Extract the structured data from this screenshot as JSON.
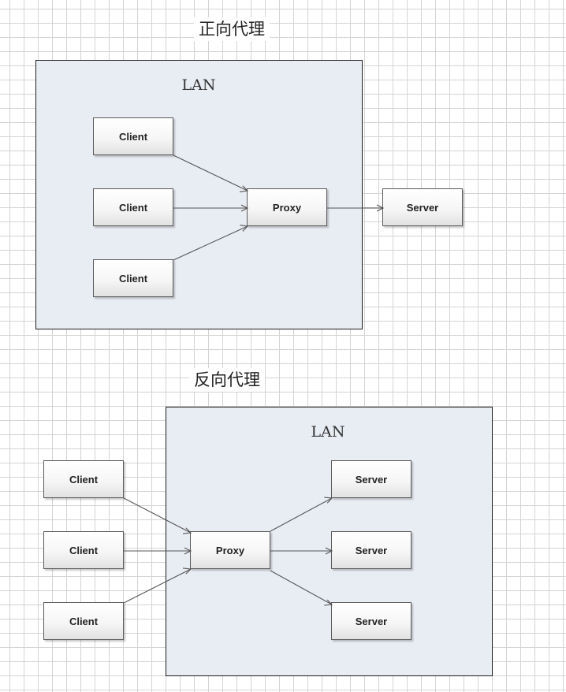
{
  "forward": {
    "title": "正向代理",
    "lan_label": "LAN",
    "clients": [
      "Client",
      "Client",
      "Client"
    ],
    "proxy": "Proxy",
    "server": "Server"
  },
  "reverse": {
    "title": "反向代理",
    "lan_label": "LAN",
    "clients": [
      "Client",
      "Client",
      "Client"
    ],
    "proxy": "Proxy",
    "servers": [
      "Server",
      "Server",
      "Server"
    ]
  }
}
